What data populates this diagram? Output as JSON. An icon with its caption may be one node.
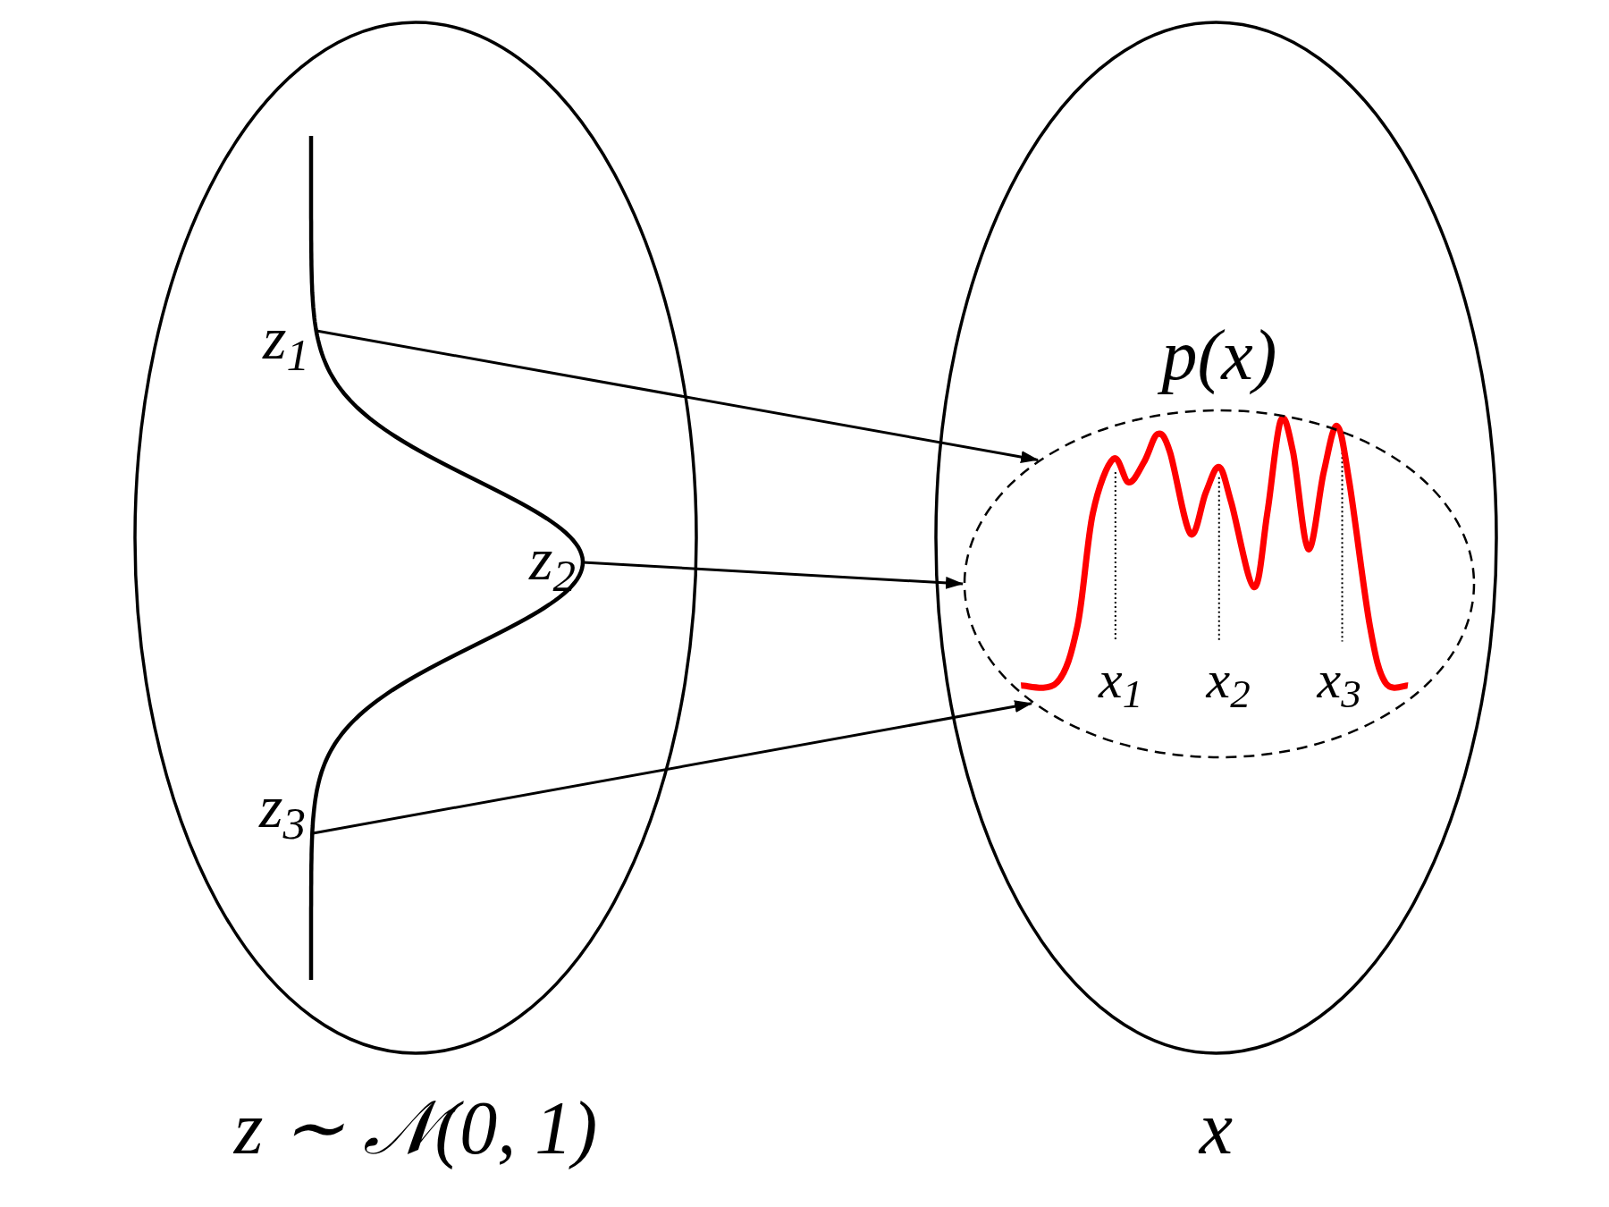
{
  "diagram": {
    "nodes": [
      {
        "text": [
          "*z* ∼ 𝒩(0, 1)"
        ]
      },
      {
        "text": [
          "x"
        ]
      },
      {
        "text": [
          "p(x)"
        ],
        "in": 1
      },
      {
        "text": [
          "z$_{1}$"
        ],
        "in": 0
      },
      {
        "text": [
          "z$_{2}$"
        ],
        "in": 0
      },
      {
        "text": [
          "z$_{3}$"
        ],
        "in": 0
      }
    ],
    "edges": [
      {
        "from": 3,
        "to": 2,
        "arrow": "to"
      },
      {
        "from": 4,
        "to": 2,
        "arrow": "to"
      },
      {
        "from": 5,
        "to": 2,
        "arrow": "to"
      }
    ],
    "labels": [
      "x$_{1}$",
      "x$_{2}$",
      "x$_{3}$"
    ]
  }
}
